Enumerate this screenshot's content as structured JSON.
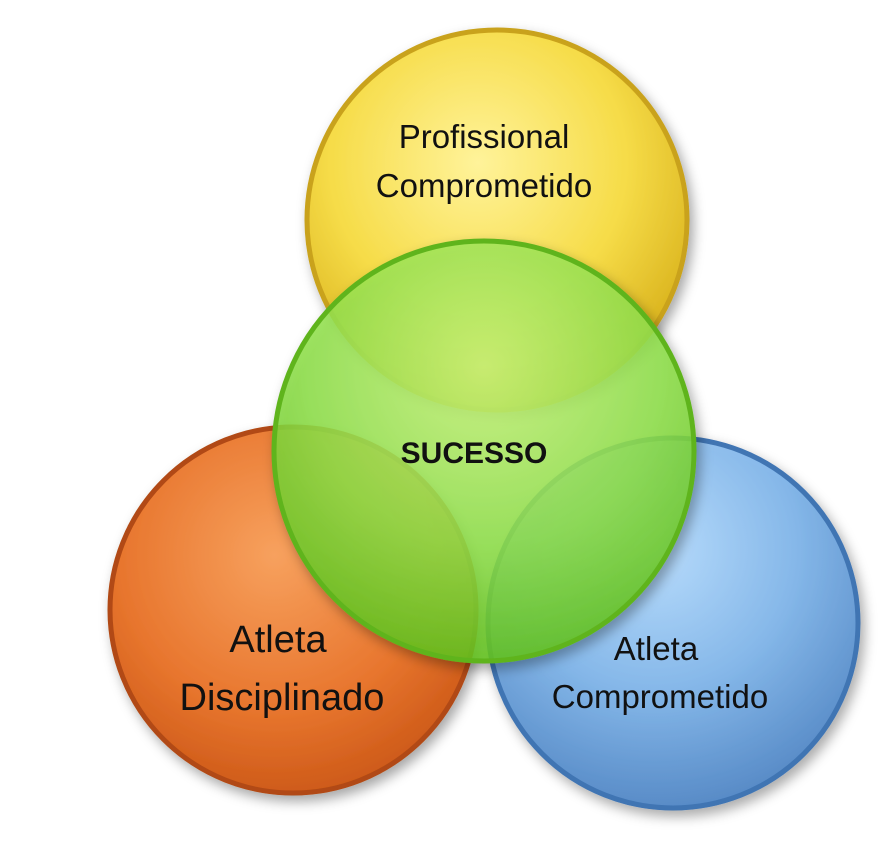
{
  "diagram": {
    "top_circle": {
      "line1": "Profissional",
      "line2": "Comprometido",
      "color": "#f7dc45"
    },
    "left_circle": {
      "line1": "Atleta",
      "line2": "Disciplinado",
      "color": "#e8762e"
    },
    "right_circle": {
      "line1": "Atleta",
      "line2": "Comprometido",
      "color": "#6fa8e0"
    },
    "center_circle": {
      "label": "SUCESSO",
      "color": "#8fe04a"
    }
  }
}
